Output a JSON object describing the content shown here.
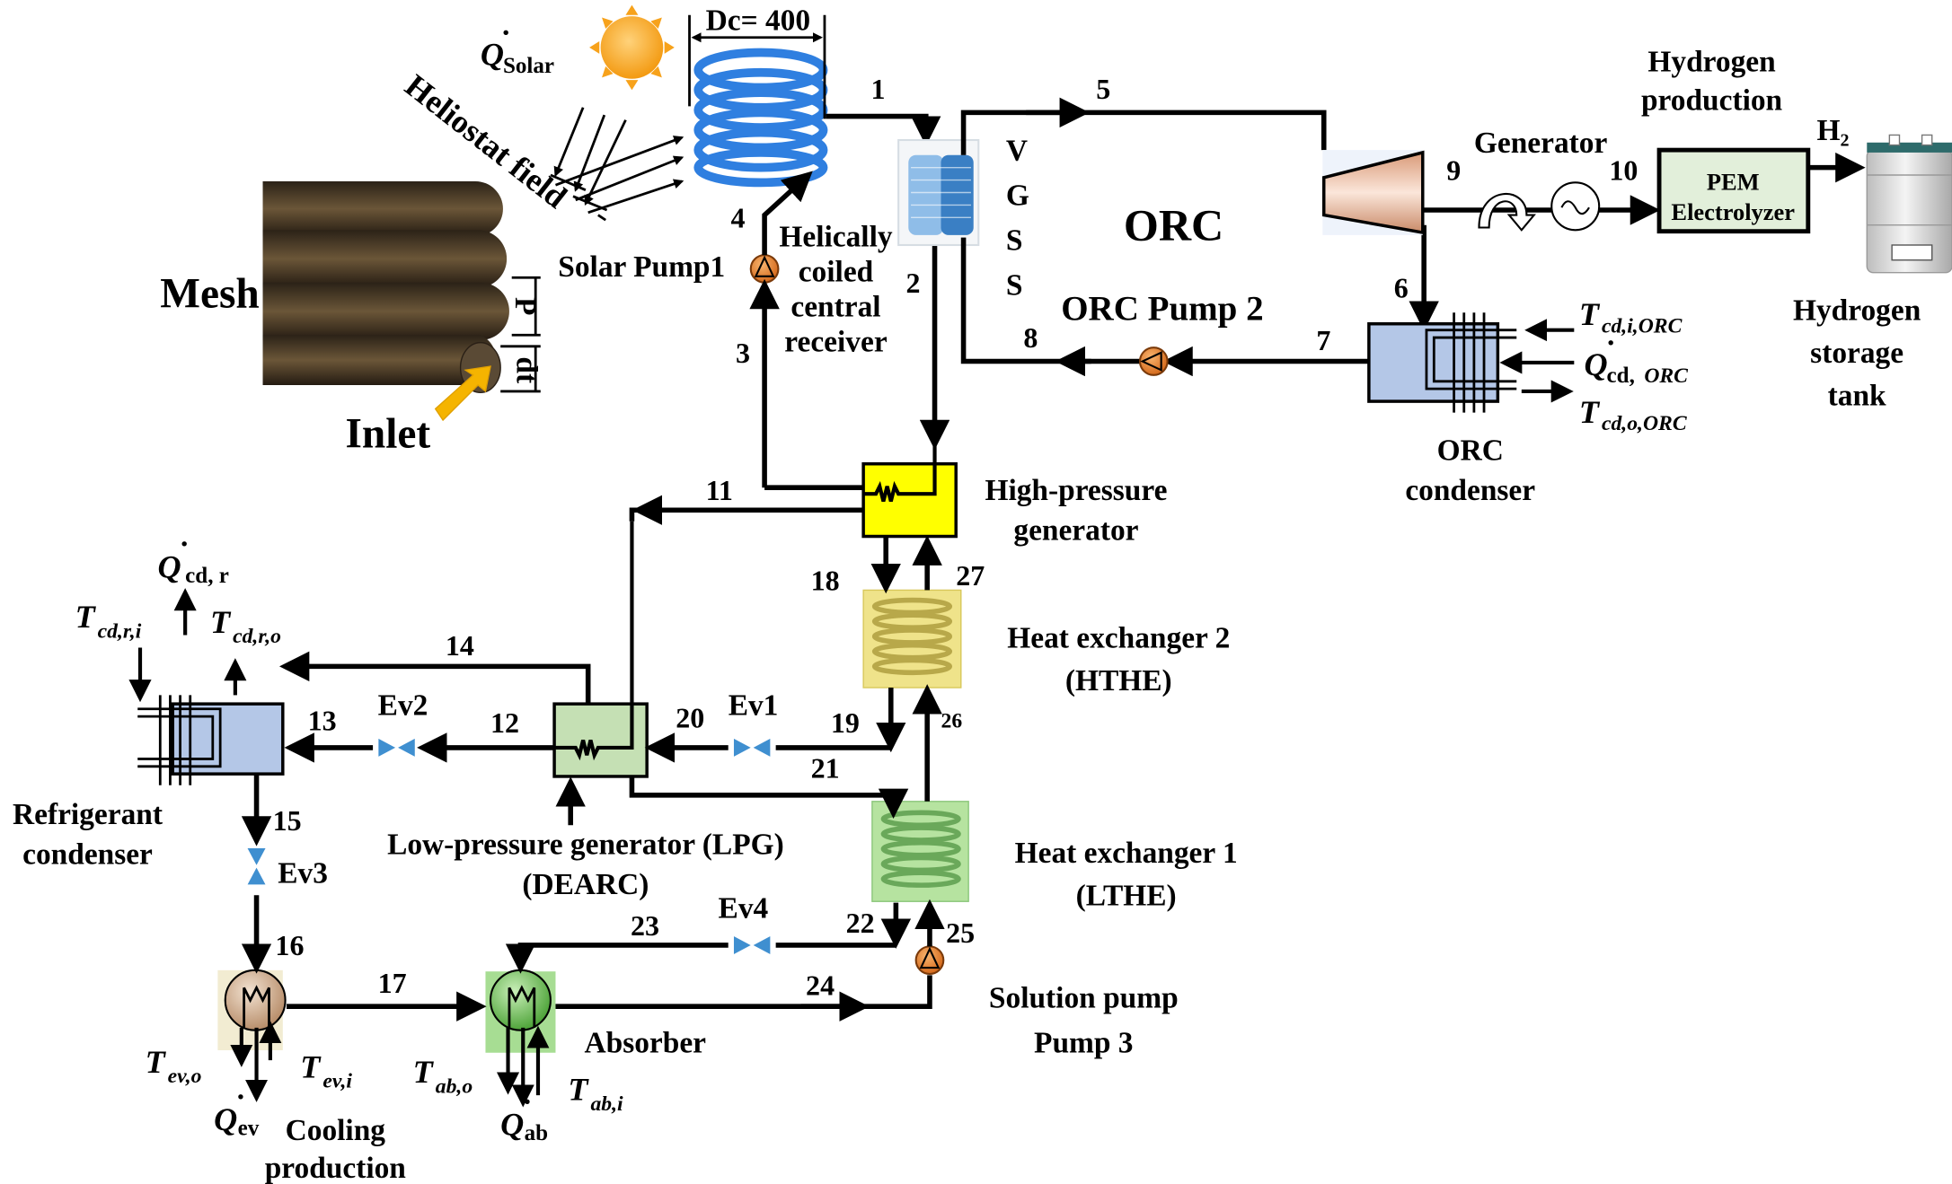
{
  "title": "Solar-driven ORC / double-effect absorption refrigeration / PEM hydrogen production system",
  "colors": {
    "pipe": "#000000",
    "receiver_coil": "#2f7fe0",
    "sun": "#f7a21b",
    "mesh": "#4a3b26",
    "inlet_arrow": "#f5b400",
    "hp_generator": "#ffff00",
    "htx2": "#efe38a",
    "htx1": "#b6e3a0",
    "lpg": "#c5e0b4",
    "condenser": "#b4c7e7",
    "pump": "#ef8a2e",
    "valve": "#3f8fd0",
    "turbine": "#e9b79a",
    "pem": "#e2efda",
    "evaporator": "#d9b99b",
    "absorber": "#8fd07a"
  },
  "solar": {
    "q_solar": "Q",
    "q_solar_dot": "˙",
    "q_solar_sub": "Solar",
    "heliostat_label": "Heliostat field",
    "coil_dim_label": "Dc= 400",
    "receiver_label": [
      "Helically",
      "coiled",
      "central",
      "receiver"
    ],
    "pump_label": "Solar Pump1"
  },
  "mesh": {
    "label": "Mesh",
    "pitch_label": "P",
    "tube_dia_label": "dt",
    "inlet_label": "Inlet"
  },
  "orc": {
    "title": "ORC",
    "vgss_letters": [
      "V",
      "G",
      "S",
      "S"
    ],
    "pump_label": "ORC Pump 2",
    "generator_label": "Generator",
    "condenser_label": [
      "ORC",
      "condenser"
    ],
    "t_in": {
      "main": "T",
      "sub": "cd,i,ORC"
    },
    "q_cd": {
      "main": "Q",
      "dot": "˙",
      "sub1": "cd,",
      "sub2": "ORC"
    },
    "t_out": {
      "main": "T",
      "sub": "cd,o,ORC"
    }
  },
  "hydrogen": {
    "production_label": [
      "Hydrogen",
      "production"
    ],
    "pem_label": [
      "PEM",
      "Electrolyzer"
    ],
    "h2_label": "H₂",
    "storage_label": [
      "Hydrogen",
      "storage",
      "tank"
    ]
  },
  "absorption": {
    "hpg_label": [
      "High-pressure",
      "generator"
    ],
    "htx2_label": [
      "Heat exchanger 2",
      "(HTHE)"
    ],
    "htx1_label": [
      "Heat exchanger 1",
      "(LTHE)"
    ],
    "lpg_label": [
      "Low-pressure generator (LPG)",
      "(DEARC)"
    ],
    "ref_condenser_label": [
      "Refrigerant",
      "condenser"
    ],
    "solution_pump_label": [
      "Solution pump",
      "Pump 3"
    ],
    "absorber_label": "Absorber",
    "cooling_label": [
      "Cooling",
      "production"
    ],
    "valves": [
      "Ev1",
      "Ev2",
      "Ev3",
      "Ev4"
    ],
    "q_cd_r": {
      "main": "Q",
      "dot": "˙",
      "sub": "cd, r"
    },
    "t_cd_r_i": {
      "main": "T",
      "sub": "cd,r,i"
    },
    "t_cd_r_o": {
      "main": "T",
      "sub": "cd,r,o"
    },
    "t_ev_o": {
      "main": "T",
      "sub": "ev,o"
    },
    "t_ev_i": {
      "main": "T",
      "sub": "ev,i"
    },
    "q_ev": {
      "main": "Q",
      "dot": "˙",
      "sub": "ev"
    },
    "t_ab_o": {
      "main": "T",
      "sub": "ab,o"
    },
    "t_ab_i": {
      "main": "T",
      "sub": "ab,i"
    },
    "q_ab": {
      "main": "Q",
      "dot": "˙",
      "sub": "ab"
    }
  },
  "state_points": [
    "1",
    "2",
    "3",
    "4",
    "5",
    "6",
    "7",
    "8",
    "9",
    "10",
    "11",
    "12",
    "13",
    "14",
    "15",
    "16",
    "17",
    "18",
    "19",
    "20",
    "21",
    "22",
    "23",
    "24",
    "25",
    "26",
    "27"
  ]
}
